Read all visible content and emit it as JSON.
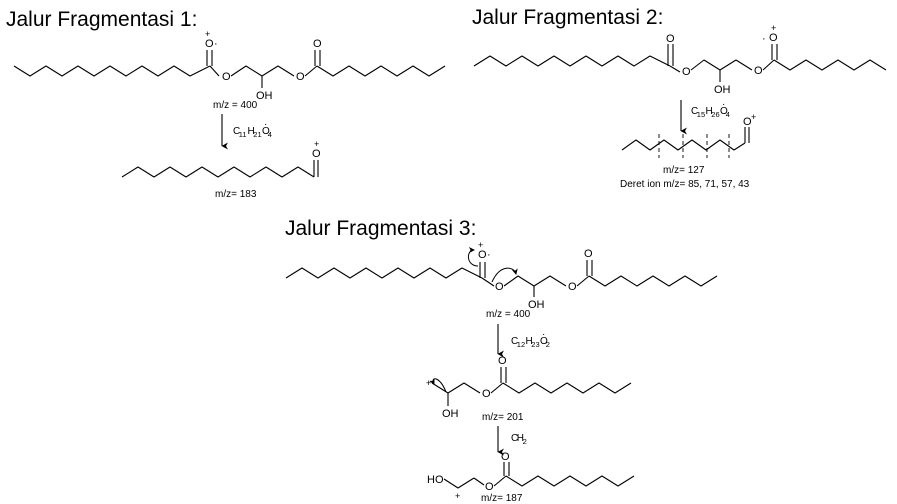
{
  "pathways": [
    {
      "title": "Jalur Fragmentasi 1:",
      "precursor_mz": "m/z = 400",
      "loss": {
        "main": "C",
        "parts": [
          {
            "t": "11",
            "sub": true
          },
          {
            "t": "H",
            "sub": false
          },
          {
            "t": "21",
            "sub": true
          },
          {
            "t": "O",
            "sub": false,
            "dot": true
          },
          {
            "t": "4",
            "sub": true
          }
        ]
      },
      "product_mz": "m/z= 183"
    },
    {
      "title": "Jalur Fragmentasi 2:",
      "loss": {
        "main": "C",
        "parts": [
          {
            "t": "15",
            "sub": true
          },
          {
            "t": "H",
            "sub": false
          },
          {
            "t": "26",
            "sub": true
          },
          {
            "t": "O",
            "sub": false,
            "dot": true
          },
          {
            "t": "4",
            "sub": true
          }
        ]
      },
      "product_mz": "m/z= 127",
      "ion_series": "Deret ion m/z= 85, 71, 57, 43"
    },
    {
      "title": "Jalur Fragmentasi 3:",
      "precursor_mz": "m/z = 400",
      "loss1": {
        "main": "C",
        "parts": [
          {
            "t": "12",
            "sub": true
          },
          {
            "t": "H",
            "sub": false
          },
          {
            "t": "23",
            "sub": true
          },
          {
            "t": "O",
            "sub": false,
            "dot": true
          },
          {
            "t": "2",
            "sub": true
          }
        ]
      },
      "intermediate_mz": "m/z= 201",
      "loss2": {
        "main": "C",
        "parts": [
          {
            "t": "H",
            "sub": false
          },
          {
            "t": "2",
            "sub": true
          }
        ]
      },
      "product_mz": "m/z= 187"
    }
  ],
  "atoms": {
    "oxygen": "O",
    "hydroxyl": "OH",
    "hydroxyl_left": "HO",
    "cation": "+",
    "radical_cation": "+",
    "radical_dot": "·"
  }
}
